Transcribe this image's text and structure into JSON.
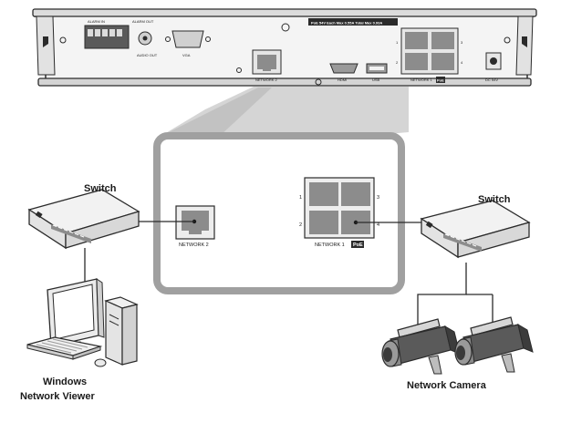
{
  "nvr": {
    "alarm_in_label": "ALARM IN",
    "alarm_out_label": "ALARM OUT",
    "audio_out_label": "AUDIO OUT",
    "vga_label": "VGA",
    "poe_spec_label": "PoE 54V Each Max 0.55A Total Max 0.93A",
    "network2_label": "NETWORK 2",
    "hdmi_label": "HDMI",
    "usb_label": "USB",
    "network1_label": "NETWORK 1",
    "poe_badge": "PoE",
    "dc_label": "DC 54V",
    "port_numbers": [
      "1",
      "2",
      "3",
      "4"
    ]
  },
  "zoom": {
    "network2_label": "NETWORK 2",
    "network1_label": "NETWORK 1",
    "poe_badge": "PoE",
    "port_numbers": [
      "1",
      "2",
      "3",
      "4"
    ]
  },
  "devices": {
    "switch_left_label": "Switch",
    "switch_right_label": "Switch",
    "viewer_label_line1": "Windows",
    "viewer_label_line2": "Network Viewer",
    "camera_label": "Network Camera"
  },
  "colors": {
    "outline": "#2b2b2b",
    "panel_fill": "#e9e9e9",
    "projection": "#bdbdbd",
    "zoom_border": "#9a9a9a",
    "port_fill": "#8c8c8c"
  }
}
